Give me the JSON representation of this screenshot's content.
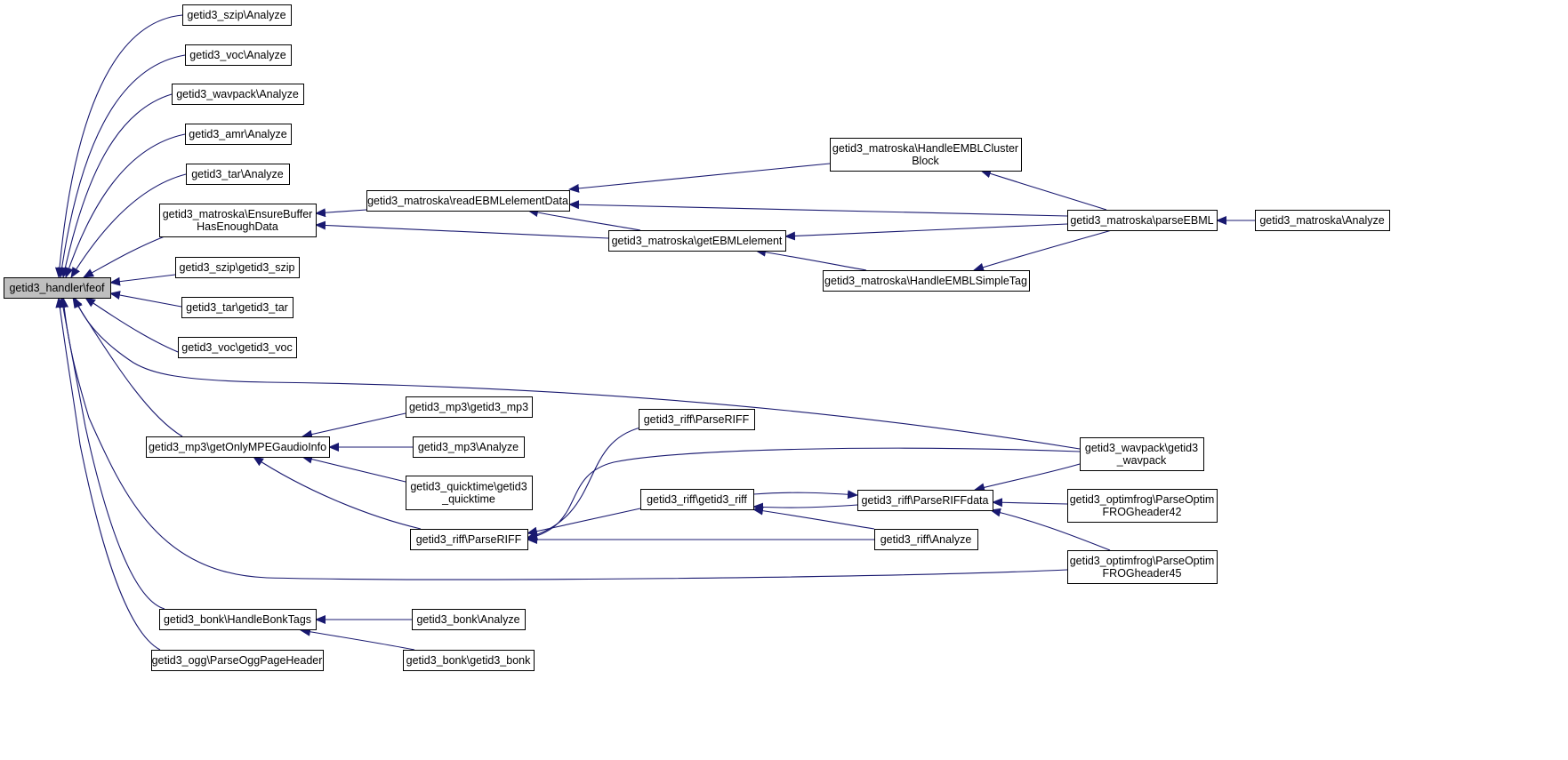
{
  "diagram": {
    "type": "caller-graph",
    "colors": {
      "edge": "#191970",
      "node_fill": "#ffffff",
      "root_fill": "#bfbfbf",
      "border": "#000000"
    },
    "nodes": [
      {
        "id": "root",
        "lines": [
          "getid3_handler\\feof"
        ],
        "root": true
      },
      {
        "id": "szip_an",
        "lines": [
          "getid3_szip\\Analyze"
        ]
      },
      {
        "id": "voc_an",
        "lines": [
          "getid3_voc\\Analyze"
        ]
      },
      {
        "id": "wavpack_an",
        "lines": [
          "getid3_wavpack\\Analyze"
        ]
      },
      {
        "id": "amr_an",
        "lines": [
          "getid3_amr\\Analyze"
        ]
      },
      {
        "id": "tar_an",
        "lines": [
          "getid3_tar\\Analyze"
        ]
      },
      {
        "id": "mk_ensure",
        "lines": [
          "getid3_matroska\\EnsureBuffer",
          "HasEnoughData"
        ]
      },
      {
        "id": "szip_ctor",
        "lines": [
          "getid3_szip\\getid3_szip"
        ]
      },
      {
        "id": "tar_ctor",
        "lines": [
          "getid3_tar\\getid3_tar"
        ]
      },
      {
        "id": "voc_ctor",
        "lines": [
          "getid3_voc\\getid3_voc"
        ]
      },
      {
        "id": "mp3_getonly",
        "lines": [
          "getid3_mp3\\getOnlyMPEGaudioInfo"
        ]
      },
      {
        "id": "bonk_handle",
        "lines": [
          "getid3_bonk\\HandleBonkTags"
        ]
      },
      {
        "id": "ogg_parse",
        "lines": [
          "getid3_ogg\\ParseOggPageHeader"
        ]
      },
      {
        "id": "mk_readdata",
        "lines": [
          "getid3_matroska\\readEBMLelementData"
        ]
      },
      {
        "id": "mk_getebml",
        "lines": [
          "getid3_matroska\\getEBMLelement"
        ]
      },
      {
        "id": "mk_cluster",
        "lines": [
          "getid3_matroska\\HandleEMBLCluster",
          "Block"
        ]
      },
      {
        "id": "mk_simpletag",
        "lines": [
          "getid3_matroska\\HandleEMBLSimpleTag"
        ]
      },
      {
        "id": "mk_parse",
        "lines": [
          "getid3_matroska\\parseEBML"
        ]
      },
      {
        "id": "mk_analyze",
        "lines": [
          "getid3_matroska\\Analyze"
        ]
      },
      {
        "id": "mp3_ctor",
        "lines": [
          "getid3_mp3\\getid3_mp3"
        ]
      },
      {
        "id": "mp3_an",
        "lines": [
          "getid3_mp3\\Analyze"
        ]
      },
      {
        "id": "qt_ctor",
        "lines": [
          "getid3_quicktime\\getid3",
          "_quicktime"
        ]
      },
      {
        "id": "riff_parse_a",
        "lines": [
          "getid3_riff\\ParseRIFF"
        ]
      },
      {
        "id": "riff_parse_b",
        "lines": [
          "getid3_riff\\ParseRIFF"
        ]
      },
      {
        "id": "riff_ctor",
        "lines": [
          "getid3_riff\\getid3_riff"
        ]
      },
      {
        "id": "riff_data",
        "lines": [
          "getid3_riff\\ParseRIFFdata"
        ]
      },
      {
        "id": "riff_an",
        "lines": [
          "getid3_riff\\Analyze"
        ]
      },
      {
        "id": "wavpack_ctor",
        "lines": [
          "getid3_wavpack\\getid3",
          "_wavpack"
        ]
      },
      {
        "id": "ofr42",
        "lines": [
          "getid3_optimfrog\\ParseOptim",
          "FROGheader42"
        ]
      },
      {
        "id": "ofr45",
        "lines": [
          "getid3_optimfrog\\ParseOptim",
          "FROGheader45"
        ]
      },
      {
        "id": "bonk_an",
        "lines": [
          "getid3_bonk\\Analyze"
        ]
      },
      {
        "id": "bonk_ctor",
        "lines": [
          "getid3_bonk\\getid3_bonk"
        ]
      }
    ],
    "edges": [
      {
        "from": "szip_an",
        "to": "root"
      },
      {
        "from": "voc_an",
        "to": "root"
      },
      {
        "from": "wavpack_an",
        "to": "root"
      },
      {
        "from": "amr_an",
        "to": "root"
      },
      {
        "from": "tar_an",
        "to": "root"
      },
      {
        "from": "mk_ensure",
        "to": "root"
      },
      {
        "from": "szip_ctor",
        "to": "root"
      },
      {
        "from": "tar_ctor",
        "to": "root"
      },
      {
        "from": "voc_ctor",
        "to": "root"
      },
      {
        "from": "wavpack_ctor",
        "to": "root"
      },
      {
        "from": "mp3_getonly",
        "to": "root"
      },
      {
        "from": "ofr45",
        "to": "root"
      },
      {
        "from": "bonk_handle",
        "to": "root"
      },
      {
        "from": "ogg_parse",
        "to": "root"
      },
      {
        "from": "mk_readdata",
        "to": "mk_ensure"
      },
      {
        "from": "mk_getebml",
        "to": "mk_ensure"
      },
      {
        "from": "mk_cluster",
        "to": "mk_readdata"
      },
      {
        "from": "mk_parse",
        "to": "mk_readdata"
      },
      {
        "from": "mk_getebml",
        "to": "mk_readdata"
      },
      {
        "from": "mk_parse",
        "to": "mk_getebml"
      },
      {
        "from": "mk_simpletag",
        "to": "mk_getebml"
      },
      {
        "from": "mk_parse",
        "to": "mk_cluster"
      },
      {
        "from": "mk_parse",
        "to": "mk_simpletag"
      },
      {
        "from": "mk_analyze",
        "to": "mk_parse"
      },
      {
        "from": "mp3_ctor",
        "to": "mp3_getonly"
      },
      {
        "from": "mp3_an",
        "to": "mp3_getonly"
      },
      {
        "from": "qt_ctor",
        "to": "mp3_getonly"
      },
      {
        "from": "riff_parse_b",
        "to": "mp3_getonly"
      },
      {
        "from": "riff_parse_a",
        "to": "riff_parse_b"
      },
      {
        "from": "wavpack_ctor",
        "to": "riff_parse_b"
      },
      {
        "from": "riff_ctor",
        "to": "riff_parse_b"
      },
      {
        "from": "riff_an",
        "to": "riff_parse_b"
      },
      {
        "from": "riff_ctor",
        "to": "riff_data"
      },
      {
        "from": "riff_data",
        "to": "riff_ctor"
      },
      {
        "from": "riff_an",
        "to": "riff_ctor"
      },
      {
        "from": "wavpack_ctor",
        "to": "riff_data"
      },
      {
        "from": "ofr42",
        "to": "riff_data"
      },
      {
        "from": "ofr45",
        "to": "riff_data"
      },
      {
        "from": "bonk_an",
        "to": "bonk_handle"
      },
      {
        "from": "bonk_ctor",
        "to": "bonk_handle"
      }
    ]
  }
}
